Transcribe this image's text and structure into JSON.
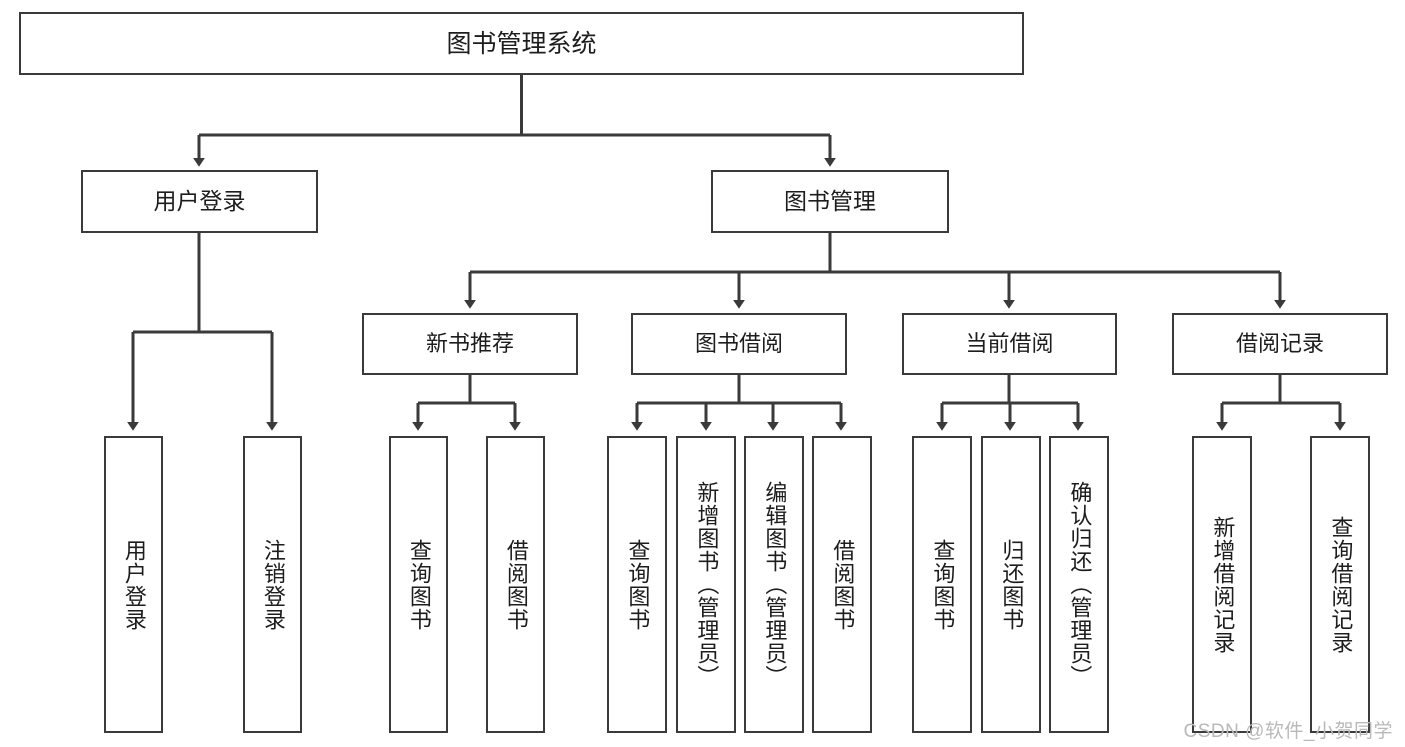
{
  "diagram": {
    "title": "图书管理系统",
    "type": "tree-hierarchy",
    "watermark": "CSDN @软件_小贺同学",
    "colors": {
      "stroke": "#3a3a3a",
      "fill": "#ffffff",
      "text": "#1d1d1d",
      "watermark": "#b9b9b9"
    },
    "nodes": {
      "root": {
        "label": "图书管理系统"
      },
      "level1": [
        {
          "label": "用户登录"
        },
        {
          "label": "图书管理"
        }
      ],
      "level2": [
        {
          "label": "新书推荐"
        },
        {
          "label": "图书借阅"
        },
        {
          "label": "当前借阅"
        },
        {
          "label": "借阅记录"
        }
      ],
      "leaves": [
        {
          "label": "用户登录",
          "parent": "用户登录"
        },
        {
          "label": "注销登录",
          "parent": "用户登录"
        },
        {
          "label": "查询图书",
          "parent": "新书推荐"
        },
        {
          "label": "借阅图书",
          "parent": "新书推荐"
        },
        {
          "label": "查询图书",
          "parent": "图书借阅"
        },
        {
          "label": "新增图书（管理员）",
          "parent": "图书借阅"
        },
        {
          "label": "编辑图书（管理员）",
          "parent": "图书借阅"
        },
        {
          "label": "借阅图书",
          "parent": "图书借阅"
        },
        {
          "label": "查询图书",
          "parent": "当前借阅"
        },
        {
          "label": "归还图书",
          "parent": "当前借阅"
        },
        {
          "label": "确认归还（管理员）",
          "parent": "当前借阅"
        },
        {
          "label": "新增借阅记录",
          "parent": "借阅记录"
        },
        {
          "label": "查询借阅记录",
          "parent": "借阅记录"
        }
      ]
    }
  }
}
